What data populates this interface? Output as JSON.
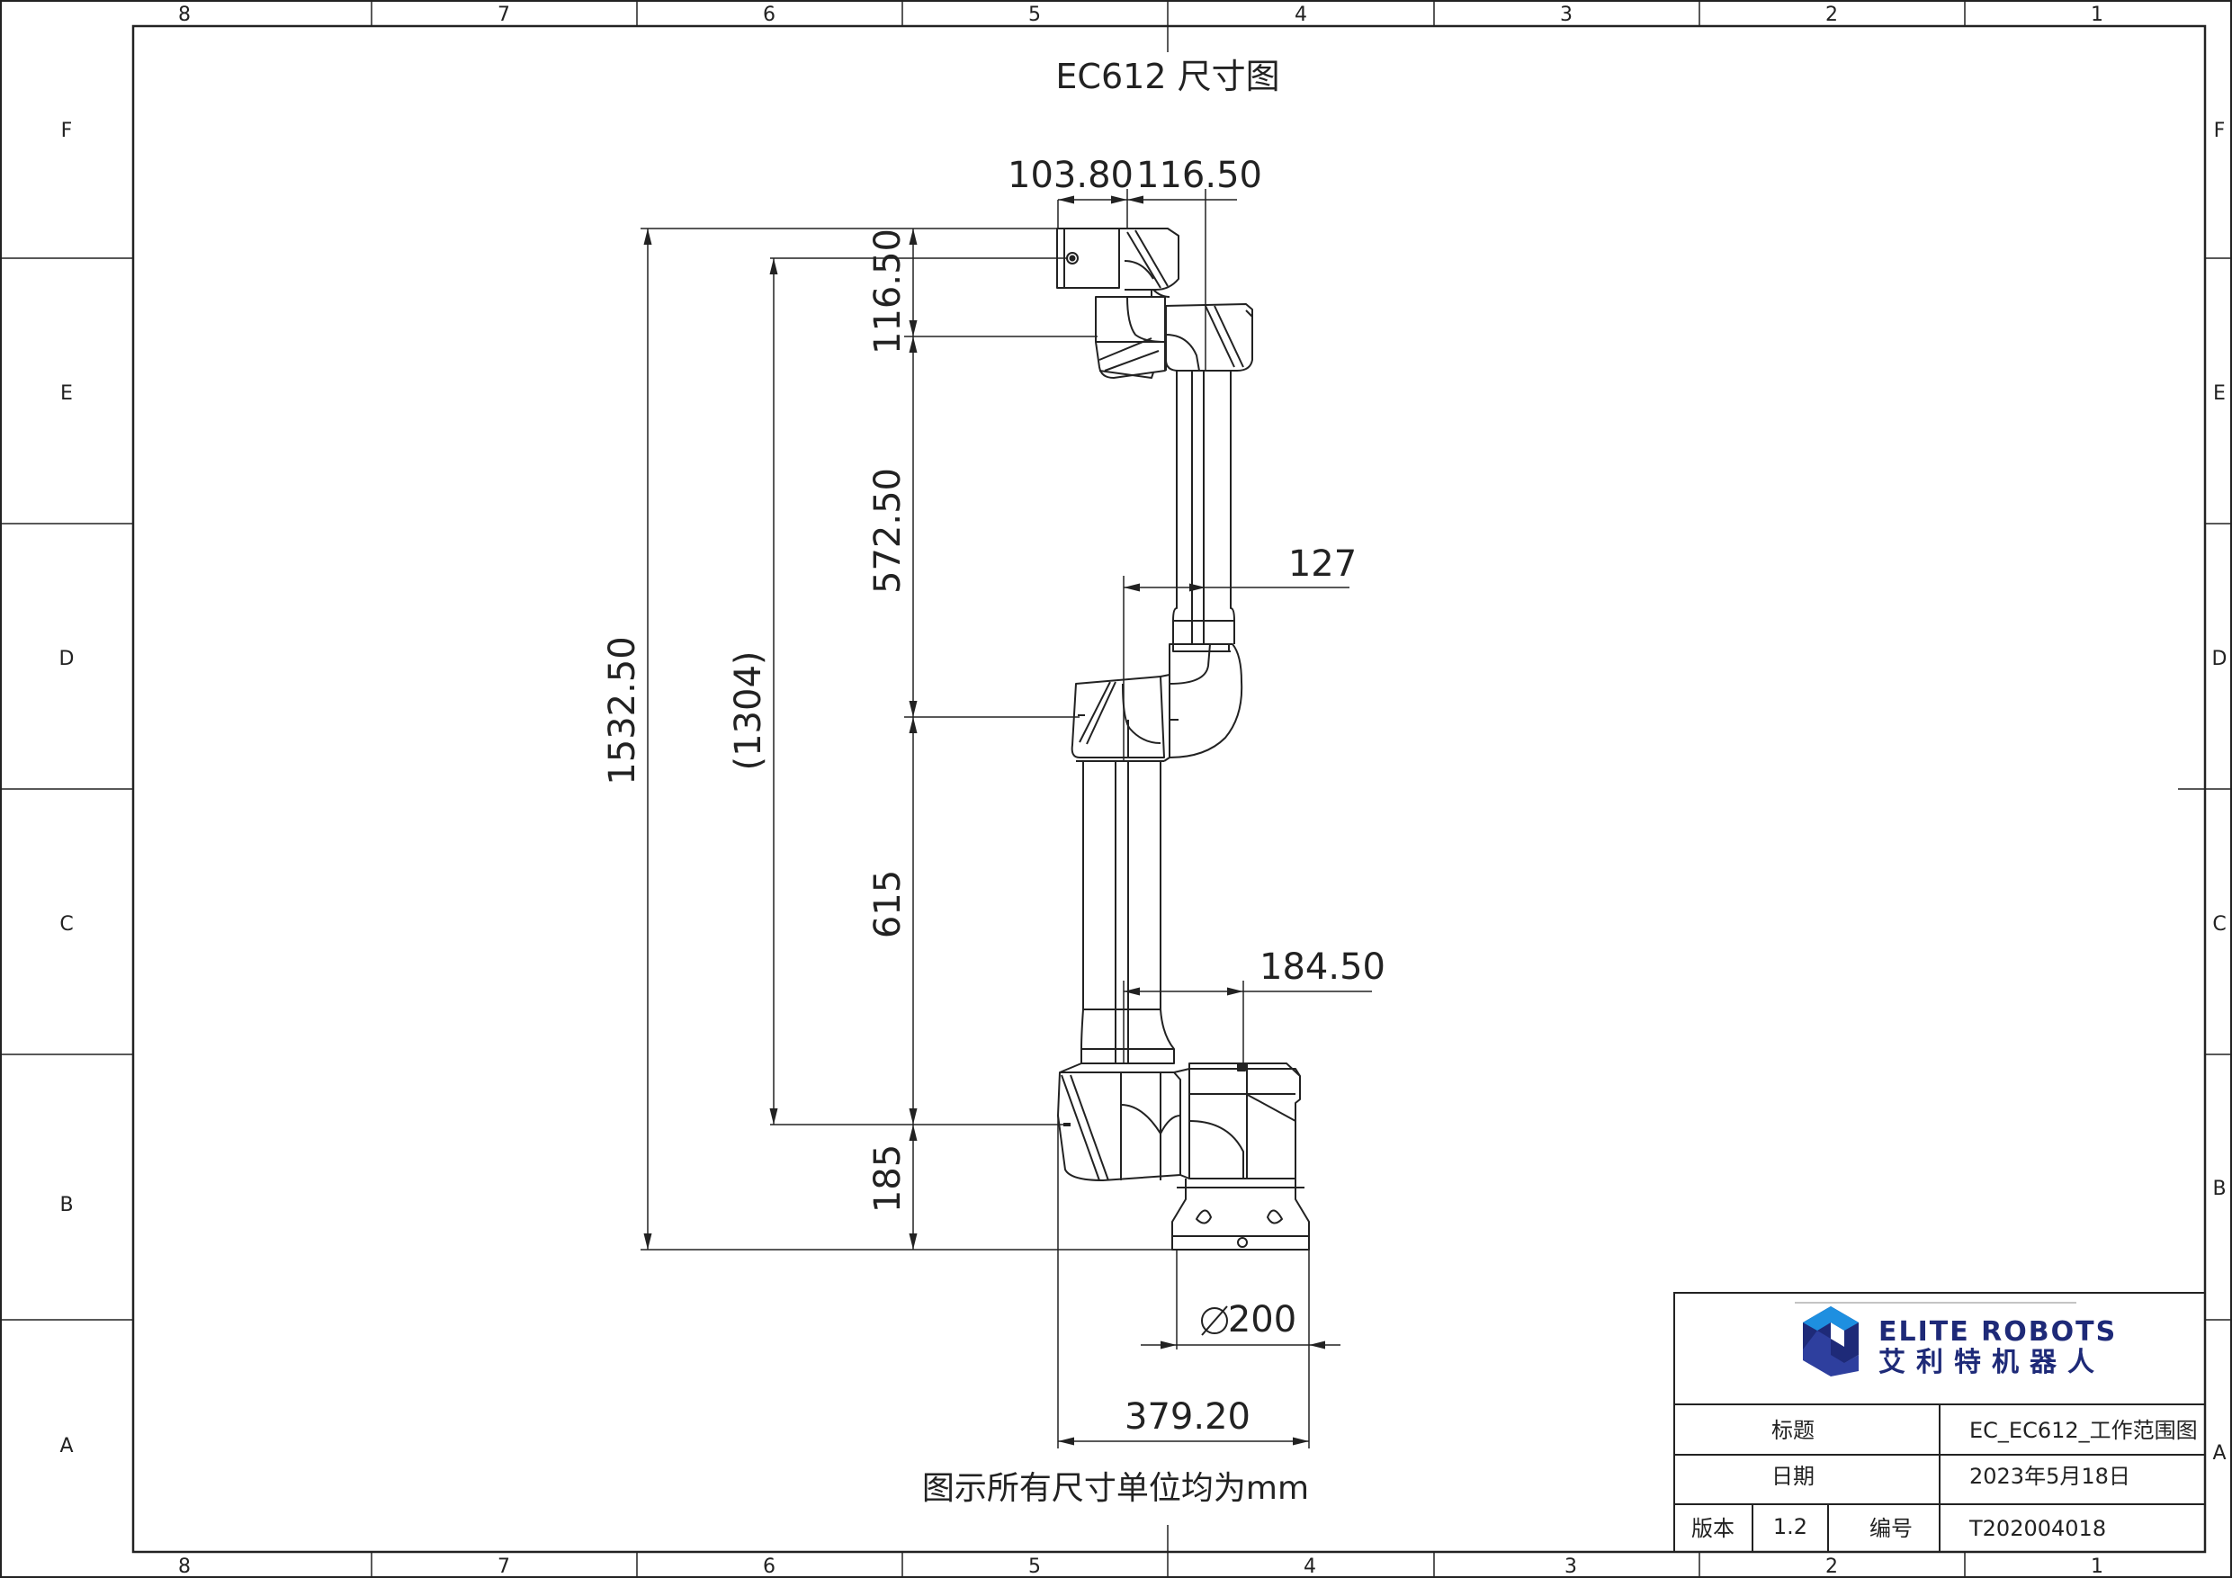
{
  "title": "EC612 尺寸图",
  "note": "图示所有尺寸单位均为mm",
  "grid": {
    "columns": [
      "8",
      "7",
      "6",
      "5",
      "4",
      "3",
      "2",
      "1"
    ],
    "rows": [
      "F",
      "E",
      "D",
      "C",
      "B",
      "A"
    ]
  },
  "dimensions": {
    "d_103_80": "103.80",
    "d_116_50_top": "116.50",
    "d_116_50_left": "116.50",
    "d_572_50": "572.50",
    "d_615": "615",
    "d_185": "185",
    "d_1532_50": "1532.50",
    "d_1304": "(1304)",
    "d_127": "127",
    "d_184_50": "184.50",
    "d_200": "200",
    "d_379_20": "379.20"
  },
  "title_block": {
    "logo_en": "ELITE ROBOTS",
    "logo_cn": "艾利特机器人",
    "title_label": "标题",
    "title_value": "EC_EC612_工作范围图",
    "date_label": "日期",
    "date_value": "2023年5月18日",
    "version_label": "版本",
    "version_value": "1.2",
    "number_label": "编号",
    "number_value": "T202004018"
  },
  "colors": {
    "line": "#222222",
    "logo_dark": "#1e2a78",
    "logo_light": "#1e8fe0"
  }
}
